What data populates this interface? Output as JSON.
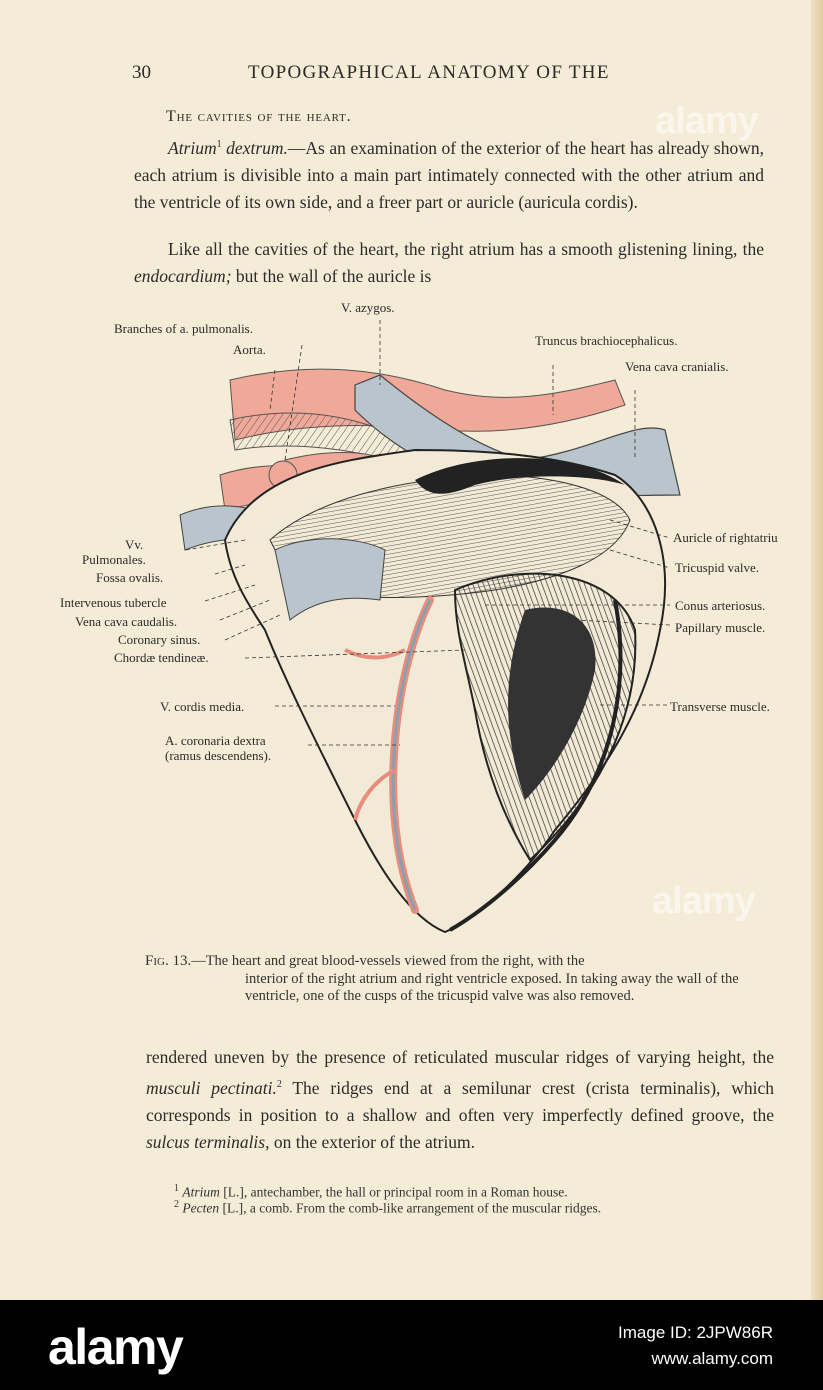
{
  "header": {
    "page_number": "30",
    "running_title": "TOPOGRAPHICAL ANATOMY OF THE"
  },
  "section_title": "The cavities of the heart.",
  "paragraphs": {
    "p1_term1": "Atrium",
    "p1_sup1": "1",
    "p1_term2": "dextrum.",
    "p1_text": "—As an examination of the exterior of the heart has already shown, each atrium is divisible into a main part intimately connected with the other atrium and the ventricle of its own side, and a freer part or auricle (auricula cordis).",
    "p2_text_a": "Like all the cavities of the heart, the right atrium has a smooth glistening lining, the",
    "p2_term": "endocardium;",
    "p2_text_b": "but the wall of the auricle is",
    "p3_text_a": "rendered uneven by the presence of reticulated muscular ridges of varying height, the",
    "p3_term": "musculi pectinati.",
    "p3_sup": "2",
    "p3_text_b": "The ridges end at a semilunar crest (crista terminalis), which corresponds in position to a shallow and often very imperfectly defined groove, the",
    "p3_term2": "sulcus terminalis,",
    "p3_text_c": "on the exterior of the atrium."
  },
  "figure_labels": {
    "v_azygos": "V. azygos.",
    "branches": "Branches of a. pulmonalis.",
    "aorta": "Aorta.",
    "truncus": "Truncus brachiocephalicus.",
    "vena_cava_cranialis": "Vena cava cranialis.",
    "vv": "Vv.",
    "pulmonales": "Pulmonales.",
    "fossa_ovalis": "Fossa ovalis.",
    "intervenous": "Intervenous tubercle",
    "vena_cava_caudalis": "Vena cava caudalis.",
    "coronary_sinus": "Coronary sinus.",
    "chordae": "Chordæ tendineæ.",
    "v_cordis_media": "V. cordis media.",
    "a_coronaria": "A. coronaria dextra",
    "ramus": "(ramus descendens).",
    "auricle": "Auricle of rightatriu",
    "tricuspid": "Tricuspid valve.",
    "conus": "Conus arteriosus.",
    "papillary": "Papillary muscle.",
    "transverse": "Transverse muscle."
  },
  "caption": {
    "fig": "Fig. 13.",
    "text_first": "—The heart and great blood-vessels viewed from the right, with the",
    "text_rest": "interior of the right atrium and right ventricle exposed. In taking away the wall of the ventricle, one of the cusps of the tricuspid valve was also removed."
  },
  "footnotes": [
    {
      "mark": "1",
      "term": "Atrium",
      "text": "[L.], antechamber, the hall or principal room in a Roman house."
    },
    {
      "mark": "2",
      "term": "Pecten",
      "text": "[L.], a comb.  From the comb-like arrangement of the muscular ridges."
    }
  ],
  "watermarks": {
    "text": "alamy"
  },
  "footer": {
    "logo": "alamy",
    "image_id": "Image ID: 2JPW86R",
    "site": "www.alamy.com"
  },
  "colors": {
    "paper": "#f5ecd7",
    "artery": "#f0a898",
    "vein": "#b9c4cc",
    "ink": "#2b2b2b"
  }
}
